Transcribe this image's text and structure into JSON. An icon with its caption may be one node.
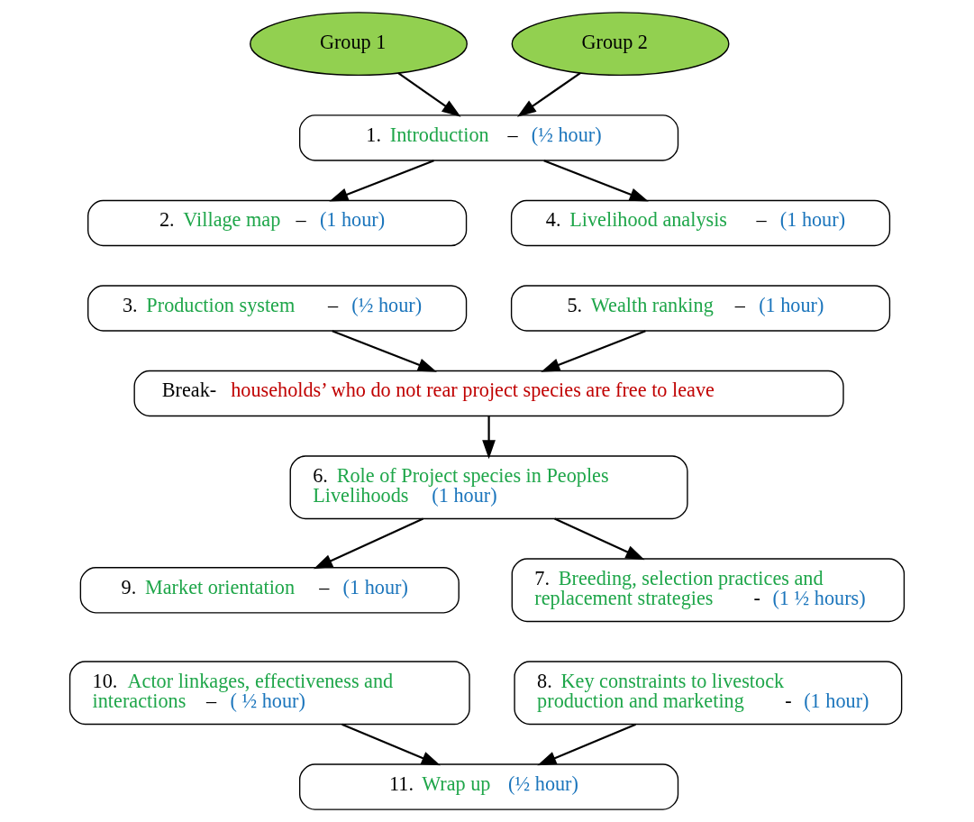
{
  "diagram": {
    "nodes": [
      {
        "text": [
          "Group 1"
        ]
      },
      {
        "text": [
          "Group 2"
        ]
      },
      {
        "text": [
          "1. Introduction – (½ hour)"
        ]
      },
      {
        "text": [
          "2. Village map – (1 hour)"
        ]
      },
      {
        "text": [
          "4. Livelihood analysis – (1 hour)"
        ]
      },
      {
        "text": [
          "3. Production system – (½ hour)"
        ]
      },
      {
        "text": [
          "5. Wealth ranking – (1 hour)"
        ]
      },
      {
        "text": [
          "Break- households’ who do not rear project species are free to leave"
        ]
      },
      {
        "text": [
          "6. Role of Project species in Peoples Livelihoods (1 hour)"
        ]
      },
      {
        "text": [
          "9. Market orientation – (1 hour)"
        ]
      },
      {
        "text": [
          "7. Breeding, selection practices and replacement strategies - (1 ½ hours)"
        ]
      },
      {
        "text": [
          "10. Actor linkages, effectiveness and interactions – ( ½ hour)"
        ]
      },
      {
        "text": [
          "8. Key constraints to livestock production and marketing - (1 hour)"
        ]
      },
      {
        "text": [
          "11. Wrap up (½ hour)"
        ]
      }
    ],
    "edges": [
      {
        "from": 0,
        "to": 2,
        "arrow": "to"
      },
      {
        "from": 1,
        "to": 2,
        "arrow": "to"
      },
      {
        "from": 2,
        "to": 3,
        "arrow": "to"
      },
      {
        "from": 2,
        "to": 4,
        "arrow": "to"
      },
      {
        "from": 5,
        "to": 7,
        "arrow": "to"
      },
      {
        "from": 6,
        "to": 7,
        "arrow": "to"
      },
      {
        "from": 7,
        "to": 8,
        "arrow": "to"
      },
      {
        "from": 8,
        "to": 9,
        "arrow": "to"
      },
      {
        "from": 8,
        "to": 10,
        "arrow": "to"
      },
      {
        "from": 11,
        "to": 13,
        "arrow": "to"
      },
      {
        "from": 12,
        "to": 13,
        "arrow": "to"
      }
    ]
  }
}
